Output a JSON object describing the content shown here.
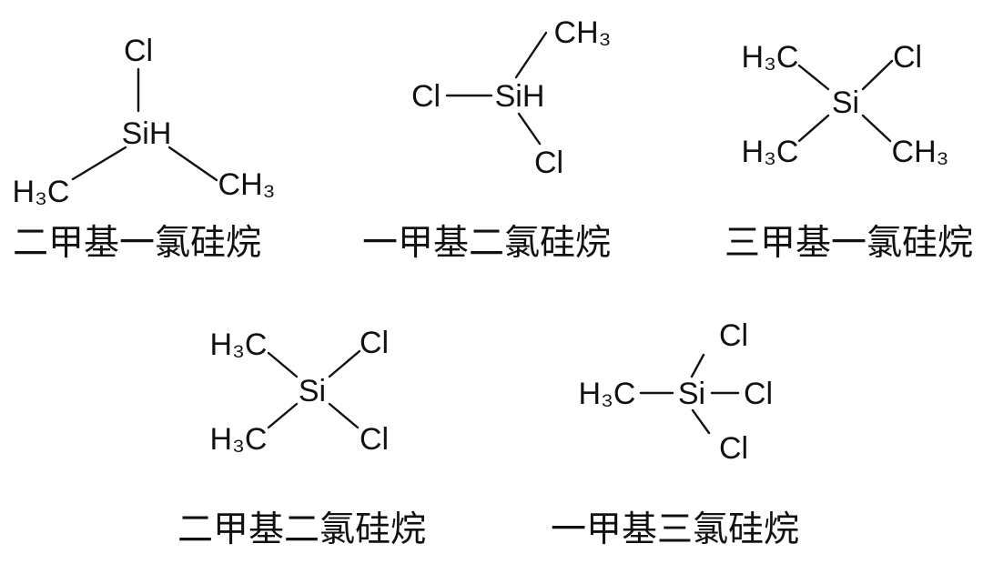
{
  "text_color": "#111111",
  "background": "#ffffff",
  "molecules": [
    {
      "name": "二甲基一氯硅烷",
      "atoms": {
        "cl": "Cl",
        "center": "SiH",
        "left": "H₃C",
        "right": "CH₃"
      }
    },
    {
      "name": "一甲基二氯硅烷",
      "atoms": {
        "ch3": "CH₃",
        "cl_left": "Cl",
        "center": "SiH",
        "cl_bottom": "Cl"
      }
    },
    {
      "name": "三甲基一氯硅烷",
      "atoms": {
        "tl": "H₃C",
        "tr": "Cl",
        "center": "Si",
        "bl": "H₃C",
        "br": "CH₃"
      }
    },
    {
      "name": "二甲基二氯硅烷",
      "atoms": {
        "tl": "H₃C",
        "tr": "Cl",
        "center": "Si",
        "bl": "H₃C",
        "br": "Cl"
      }
    },
    {
      "name": "一甲基三氯硅烷",
      "atoms": {
        "top": "Cl",
        "left": "H₃C",
        "center": "Si",
        "right": "Cl",
        "bottom": "Cl"
      }
    }
  ]
}
